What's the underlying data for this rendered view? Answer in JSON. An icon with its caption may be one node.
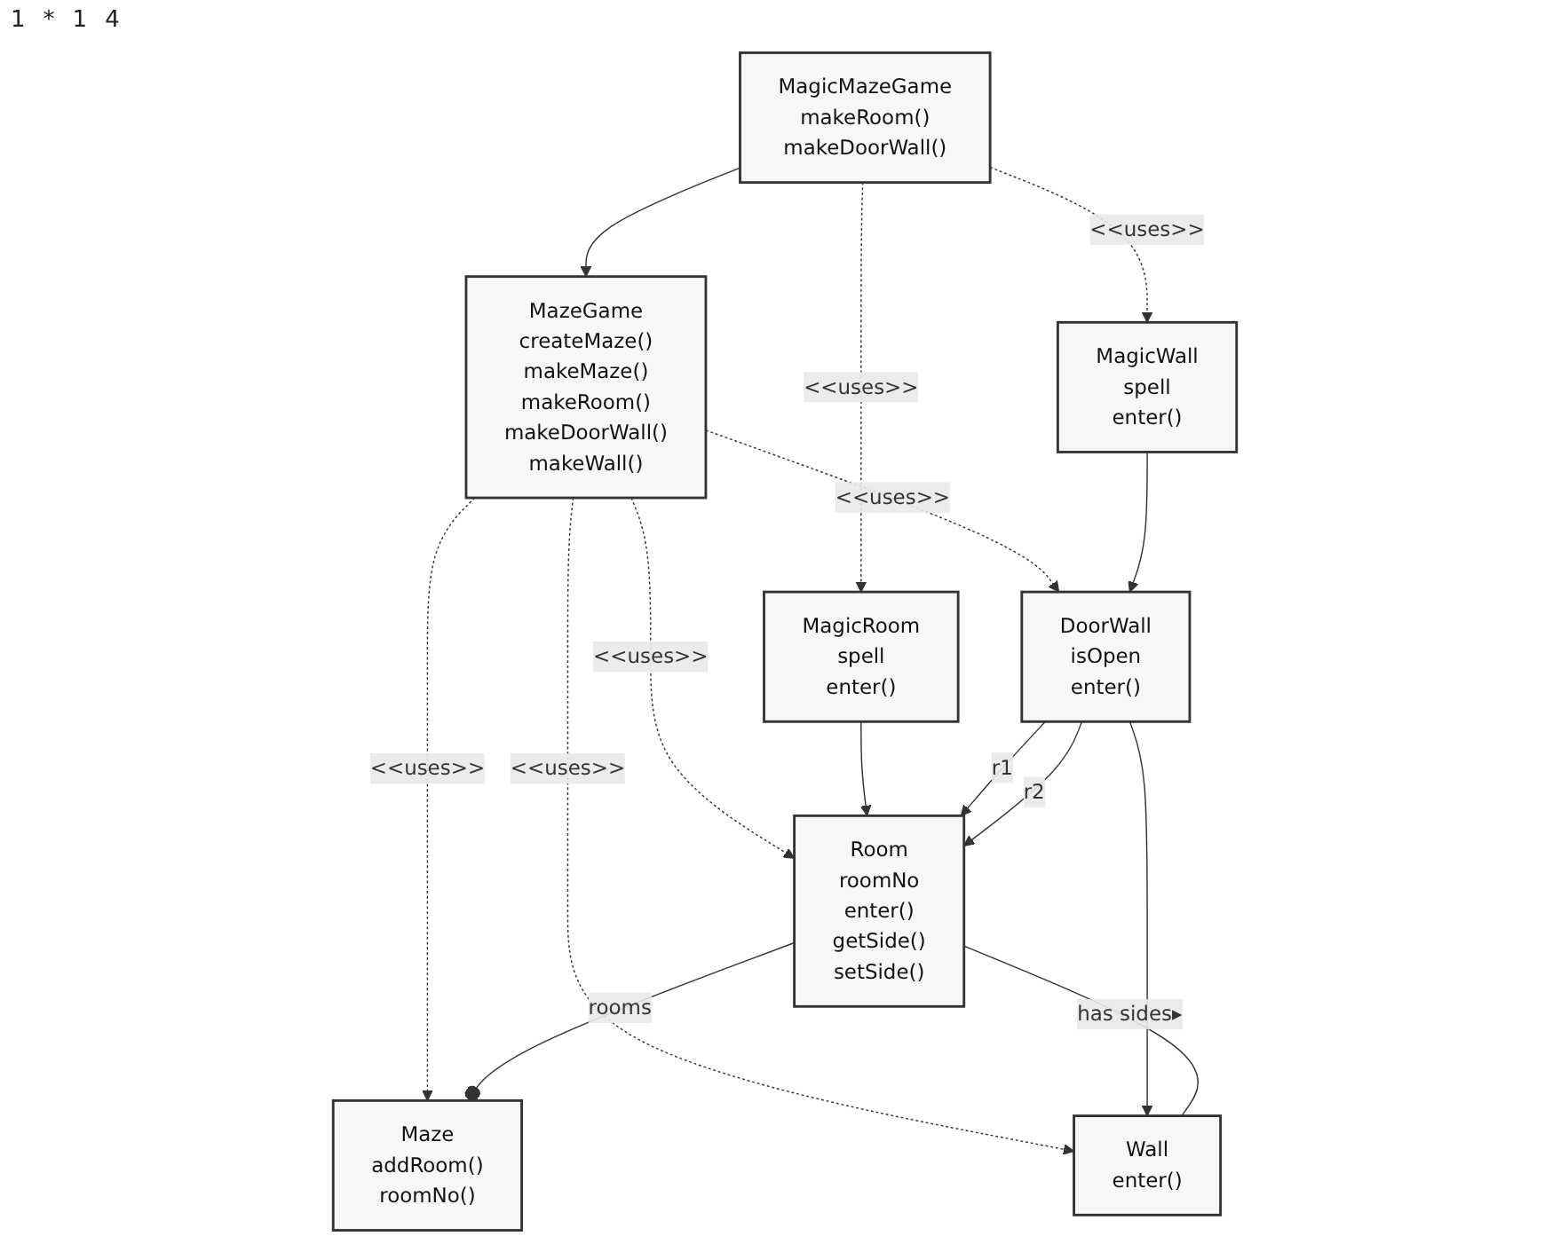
{
  "diagram": {
    "nodes": [
      {
        "text": [
          "Maze",
          "addRoom()",
          "roomNo()"
        ]
      },
      {
        "text": [
          "Room",
          "roomNo",
          "enter()",
          "getSide()",
          "setSide()"
        ]
      },
      {
        "text": [
          "DoorWall",
          "isOpen",
          "enter()"
        ]
      },
      {
        "text": [
          "Wall",
          "enter()"
        ]
      },
      {
        "text": [
          "MagicRoom",
          "spell",
          "enter()"
        ]
      },
      {
        "text": [
          "MazeGame",
          "createMaze()",
          "makeMaze()",
          "makeRoom()",
          "makeDoorWall()",
          "makeWall()"
        ]
      },
      {
        "text": [
          "MagicWall",
          "spell",
          "enter()"
        ]
      },
      {
        "text": [
          "MagicMazeGame",
          "makeRoom()",
          "makeDoorWall()"
        ]
      }
    ],
    "edges": [
      {
        "from": 0,
        "to": 1,
        "arrow": "other",
        "label": "rooms"
      },
      {
        "from": 1,
        "to": 3,
        "arrow": "none",
        "label": "has sides▸"
      },
      {
        "from": 2,
        "to": 1,
        "arrow": "to",
        "label": "r2"
      },
      {
        "from": 2,
        "to": 1,
        "arrow": "to",
        "label": "r1"
      },
      {
        "from": 2,
        "to": 3,
        "arrow": "to"
      },
      {
        "from": 4,
        "to": 1,
        "arrow": "to"
      },
      {
        "from": 6,
        "to": 2,
        "arrow": "to"
      },
      {
        "from": 7,
        "to": 5,
        "arrow": "to"
      },
      {
        "from": 5,
        "to": 0,
        "arrow": "to",
        "label": "<<uses>>",
        "style": "dashed"
      },
      {
        "from": 5,
        "to": 1,
        "arrow": "to",
        "label": "<<uses>>",
        "style": "dashed"
      },
      {
        "from": 5,
        "to": 2,
        "arrow": "to",
        "label": "<<uses>>",
        "style": "dashed"
      },
      {
        "from": 5,
        "to": 3,
        "arrow": "to",
        "label": "<<uses>>",
        "style": "dashed"
      },
      {
        "from": 7,
        "to": 4,
        "arrow": "to",
        "label": "<<uses>>",
        "style": "dashed"
      },
      {
        "from": 7,
        "to": 6,
        "arrow": "to",
        "label": "<<uses>>",
        "style": "dashed"
      }
    ],
    "labels": [
      "1",
      "*",
      "1",
      "4"
    ]
  }
}
